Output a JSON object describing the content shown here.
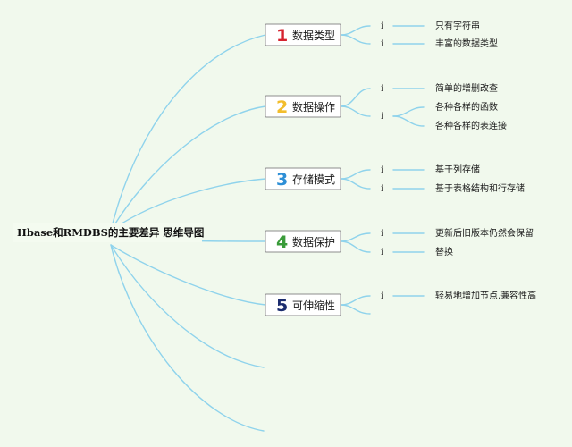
{
  "central_topic": "Hbase和RMDBS的主要差异 思维导图",
  "info_marker": "i",
  "branches": [
    {
      "number": "1",
      "label": "数据类型",
      "number_color": "#d6232f",
      "leaves": [
        "只有字符串",
        "丰富的数据类型"
      ]
    },
    {
      "number": "2",
      "label": "数据操作",
      "number_color": "#f2bd2c",
      "leaves": [
        "简单的增删改查",
        "各种各样的函数",
        "各种各样的表连接"
      ]
    },
    {
      "number": "3",
      "label": "存储模式",
      "number_color": "#2e8fd6",
      "leaves": [
        "基于列存储",
        "基于表格结构和行存储"
      ]
    },
    {
      "number": "4",
      "label": "数据保护",
      "number_color": "#3a9b3a",
      "leaves": [
        "更新后旧版本仍然会保留",
        "替换"
      ]
    },
    {
      "number": "5",
      "label": "可伸缩性",
      "number_color": "#1b2c6e",
      "leaves": [
        "轻易地增加节点,兼容性高"
      ]
    }
  ]
}
